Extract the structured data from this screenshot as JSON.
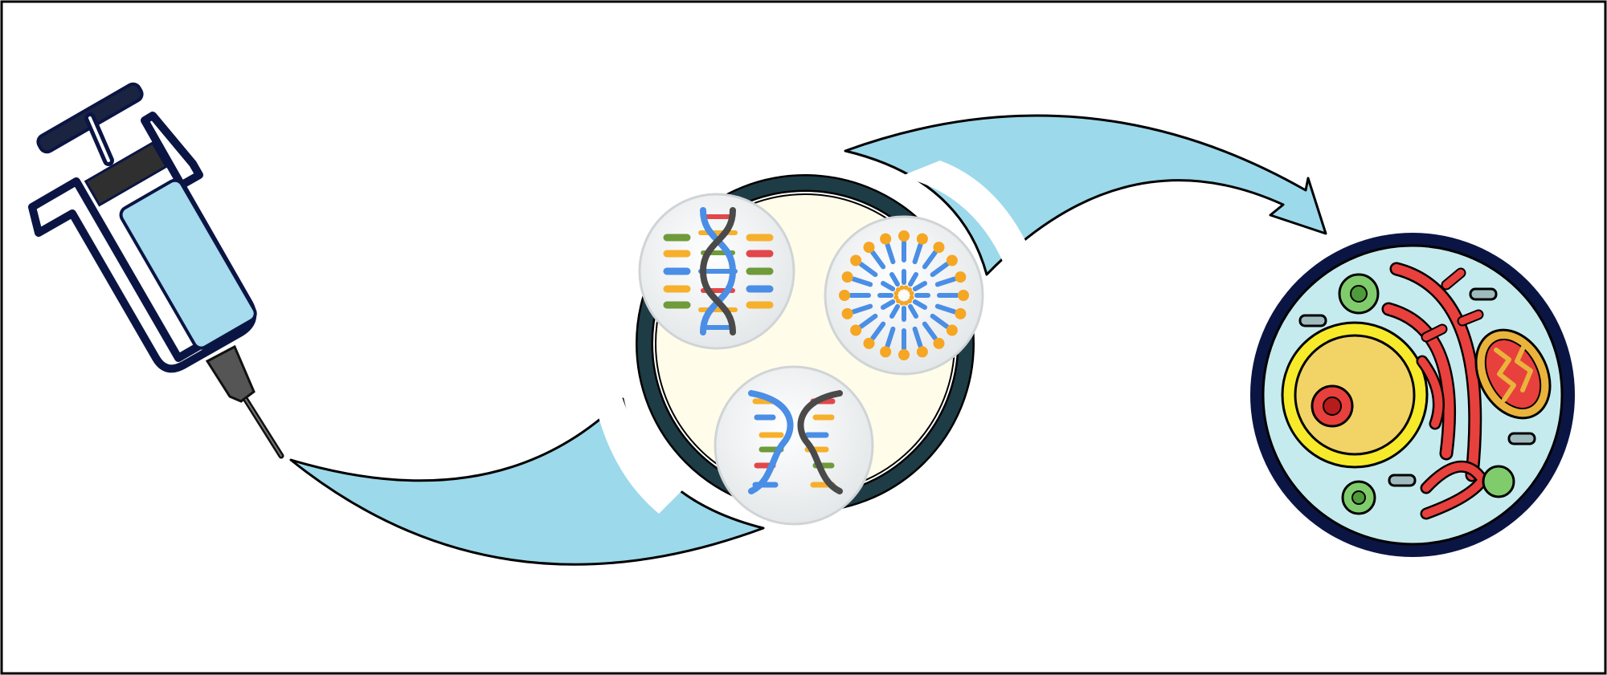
{
  "diagram": {
    "nodes": [
      {
        "id": "syringe",
        "icon": "syringe-icon"
      },
      {
        "id": "carrier",
        "icon": "nanocarrier-icon",
        "contents": [
          "dna-double-helix-icon",
          "liposome-icon",
          "split-dna-strands-icon"
        ]
      },
      {
        "id": "cell",
        "icon": "animal-cell-icon"
      }
    ],
    "edges": [
      {
        "from": "syringe",
        "to": "carrier",
        "style": "curved-arrow"
      },
      {
        "from": "carrier",
        "to": "cell",
        "style": "curved-arrow"
      }
    ]
  },
  "colors": {
    "arrow_fill": "#9cd9ea",
    "outline": "#000000",
    "syringe_outline": "#0b1544",
    "syringe_fluid": "#a6dced",
    "carrier_ring": "#1e3c45",
    "carrier_core": "#fffdea",
    "badge_fill": "#eff1f2",
    "cell_membrane": "#0b1544",
    "cytoplasm": "#c6ebef",
    "nucleus": "#f2d466",
    "nucleus_ring": "#f7ea2a",
    "nucleolus": "#e8403c",
    "er": "#e8403c",
    "mitochondria": "#e9b33c",
    "vesicle": "#80cc6c",
    "dna_blue": "#4a8ee6",
    "dna_dark": "#4a4a4a",
    "dna_orange": "#f7b02c",
    "dna_green": "#6f9b3a",
    "dna_red": "#e2474a",
    "lipid_head": "#f5a623",
    "lipid_tail": "#4a8ee6"
  }
}
